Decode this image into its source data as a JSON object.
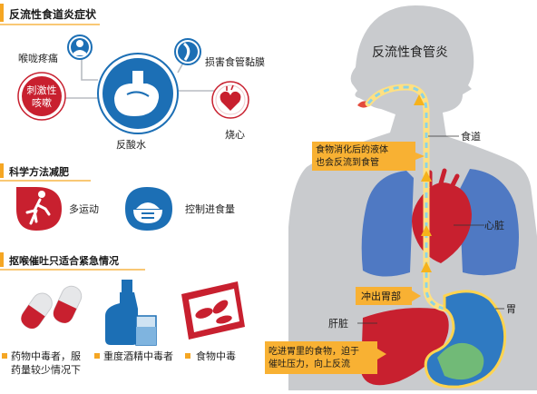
{
  "sections": {
    "symptoms_heading": "反流性食道炎症状",
    "diet_heading": "科学方法减肥",
    "emergency_heading": "抠喉催吐只适合紧急情况"
  },
  "symptoms": {
    "sore_throat": "喉咙疼痛",
    "cough_line1": "刺激性",
    "cough_line2": "咳嗽",
    "acid_reflux": "反酸水",
    "mucosa_damage": "损害食管黏膜",
    "heartburn": "烧心"
  },
  "diet": {
    "exercise": "多运动",
    "control_intake": "控制进食量"
  },
  "emergency": {
    "drug_line1": "药物中毒者，服",
    "drug_line2": "药量较少情况下",
    "alcohol": "重度酒精中毒者",
    "food": "食物中毒"
  },
  "anatomy": {
    "title": "反流性食管炎",
    "esophagus": "食道",
    "reflux_note_line1": "食物消化后的液体",
    "reflux_note_line2": "也会反流到食管",
    "heart": "心脏",
    "exit_stomach": "冲出胃部",
    "stomach": "胃",
    "liver": "肝脏",
    "vomit_note_line1": "吃进胃里的食物，迫于",
    "vomit_note_line2": "催吐压力，向上反流"
  },
  "colors": {
    "heading_accent": "#f5a623",
    "blue": "#1c6fb5",
    "red": "#c8202f",
    "silhouette": "#c9cbce",
    "callout": "#f8b133"
  }
}
